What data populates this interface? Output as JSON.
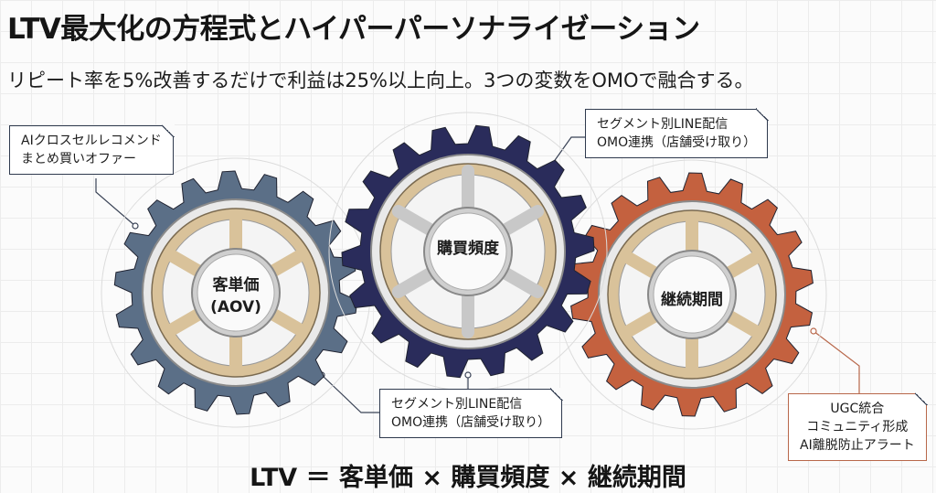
{
  "header": {
    "title": "LTV最大化の方程式とハイパーパーソナライゼーション",
    "subtitle": "リピート率を5%改善するだけで利益は25%以上向上。3つの変数をOMOで融合する。"
  },
  "gears": [
    {
      "label_line1": "客単価",
      "label_line2": "(AOV)",
      "color": "#5b6f87"
    },
    {
      "label_line1": "購買頻度",
      "color": "#2a2c5b"
    },
    {
      "label_line1": "継続期間",
      "color": "#c4613f"
    }
  ],
  "callouts": {
    "aov": [
      "AIクロスセルレコメンド",
      "まとめ買いオファー"
    ],
    "frequency_top": [
      "セグメント別LINE配信",
      "OMO連携（店舗受け取り）"
    ],
    "frequency_bottom": [
      "セグメント別LINE配信",
      "OMO連携（店舗受け取り）"
    ],
    "retention": [
      "UGC統合",
      "コミュニティ形成",
      "AI離脱防止アラート"
    ]
  },
  "formula": "LTV ＝ 客単価 × 購買頻度 × 継続期間"
}
